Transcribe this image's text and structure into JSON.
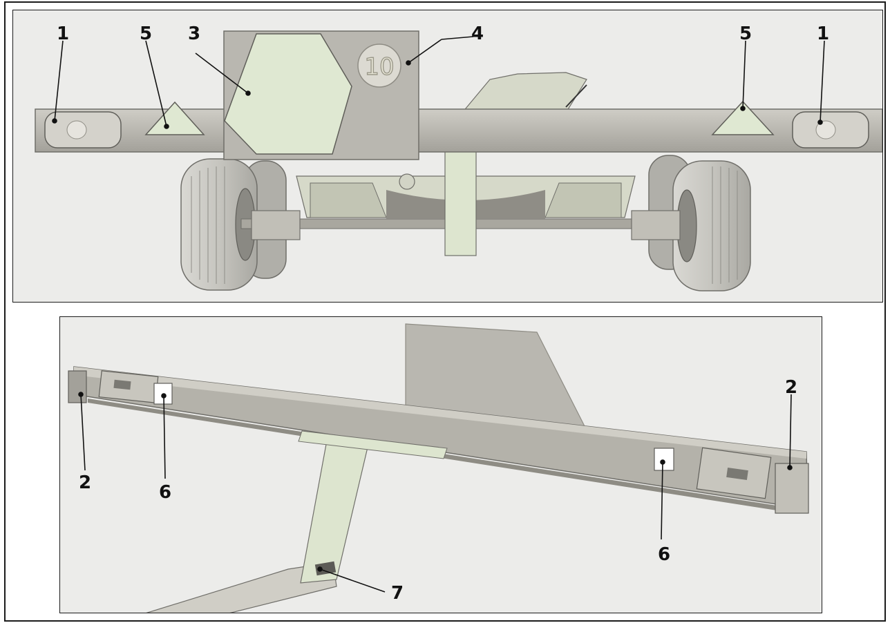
{
  "top_view": {
    "plate_number": "10",
    "callouts": [
      {
        "id": "1",
        "label": "1"
      },
      {
        "id": "5",
        "label": "5"
      },
      {
        "id": "3",
        "label": "3"
      },
      {
        "id": "4",
        "label": "4"
      },
      {
        "id": "5b",
        "label": "5"
      },
      {
        "id": "1b",
        "label": "1"
      }
    ]
  },
  "bottom_view": {
    "callouts": [
      {
        "id": "2",
        "label": "2"
      },
      {
        "id": "6",
        "label": "6"
      },
      {
        "id": "6b",
        "label": "6"
      },
      {
        "id": "2b",
        "label": "2"
      },
      {
        "id": "7",
        "label": "7"
      }
    ]
  },
  "colors": {
    "frame_gray": "#b4b2aa",
    "frame_shadow": "#8e8c84",
    "sign_green": "#dfe8d2",
    "tire_dark": "#b8b7b2",
    "background": "#ececea",
    "line": "#1a1a1a"
  }
}
